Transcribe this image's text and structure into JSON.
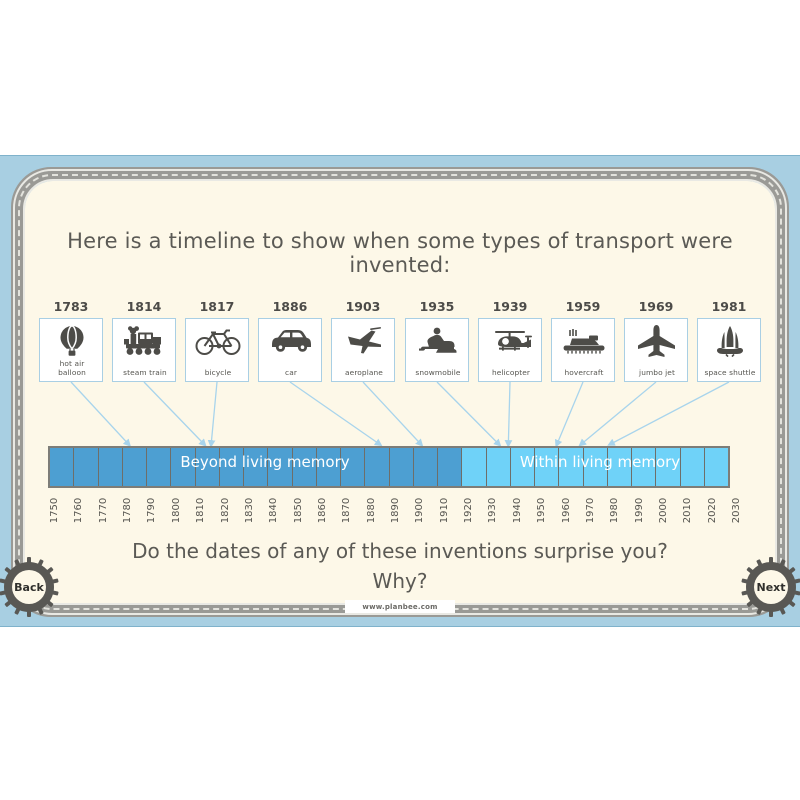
{
  "slide": {
    "title": "Here is a timeline to show when some types of transport were invented:",
    "question_line1": "Do the dates of any of these inventions surprise you?",
    "question_line2": "Why?",
    "footer": "www.planbee.com"
  },
  "nav": {
    "back_label": "Back",
    "next_label": "Next"
  },
  "colors": {
    "page_background": "#fdf8e8",
    "slide_background": "#a8cfe2",
    "road": "#9a9a96",
    "card_border": "#a9cfe4",
    "beyond_living_memory": "#4d9fd2",
    "within_living_memory": "#6fd2f8",
    "text": "#5b5a55"
  },
  "cards": [
    {
      "year": "1783",
      "label": "hot air\nballoon",
      "icon": "hot-air-balloon-icon",
      "tick": 1783
    },
    {
      "year": "1814",
      "label": "steam train",
      "icon": "steam-train-icon",
      "tick": 1814
    },
    {
      "year": "1817",
      "label": "bicycle",
      "icon": "bicycle-icon",
      "tick": 1817
    },
    {
      "year": "1886",
      "label": "car",
      "icon": "car-icon",
      "tick": 1886
    },
    {
      "year": "1903",
      "label": "aeroplane",
      "icon": "aeroplane-icon",
      "tick": 1903
    },
    {
      "year": "1935",
      "label": "snowmobile",
      "icon": "snowmobile-icon",
      "tick": 1935
    },
    {
      "year": "1939",
      "label": "helicopter",
      "icon": "helicopter-icon",
      "tick": 1939
    },
    {
      "year": "1959",
      "label": "hovercraft",
      "icon": "hovercraft-icon",
      "tick": 1959
    },
    {
      "year": "1969",
      "label": "jumbo jet",
      "icon": "jumbo-jet-icon",
      "tick": 1969
    },
    {
      "year": "1981",
      "label": "space shuttle",
      "icon": "space-shuttle-icon",
      "tick": 1981
    }
  ],
  "chart_data": {
    "type": "timeline",
    "title": "Here is a timeline to show when some types of transport were invented:",
    "xlabel": "",
    "ylabel": "",
    "xlim": [
      1750,
      2030
    ],
    "tick_step": 10,
    "tick_labels": [
      "1750",
      "1760",
      "1770",
      "1780",
      "1790",
      "1800",
      "1810",
      "1820",
      "1830",
      "1840",
      "1850",
      "1860",
      "1870",
      "1880",
      "1890",
      "1900",
      "1910",
      "1920",
      "1930",
      "1940",
      "1950",
      "1960",
      "1970",
      "1980",
      "1990",
      "2000",
      "2010",
      "2020",
      "2030"
    ],
    "bands": [
      {
        "name": "Beyond living memory",
        "start": 1750,
        "end": 1920,
        "color": "#4d9fd2"
      },
      {
        "name": "Within living memory",
        "start": 1920,
        "end": 2030,
        "color": "#6fd2f8"
      }
    ],
    "events": [
      {
        "label": "hot air balloon",
        "year": 1783
      },
      {
        "label": "steam train",
        "year": 1814
      },
      {
        "label": "bicycle",
        "year": 1817
      },
      {
        "label": "car",
        "year": 1886
      },
      {
        "label": "aeroplane",
        "year": 1903
      },
      {
        "label": "snowmobile",
        "year": 1935
      },
      {
        "label": "helicopter",
        "year": 1939
      },
      {
        "label": "hovercraft",
        "year": 1959
      },
      {
        "label": "jumbo jet",
        "year": 1969
      },
      {
        "label": "space shuttle",
        "year": 1981
      }
    ]
  }
}
